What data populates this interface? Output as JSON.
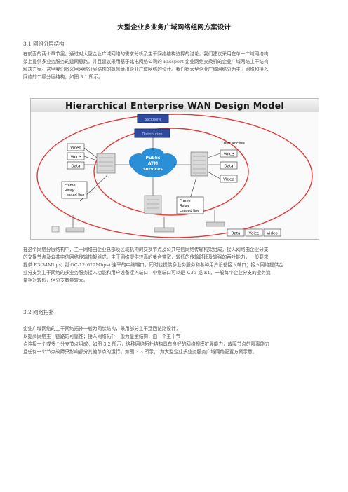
{
  "title": "大型企业多业务广域网络组网方案设计",
  "section1": {
    "heading": "3.1 网络分层结构",
    "paragraph": [
      "在前面的两个章节里，通过对大型企业广域网络的需求分析及主干网络结构选择的讨论，我们建议采用在单一广域网络构",
      "架上提供多业务服务的建网思路，并且建议采用基于北电网络公司的 Passport 企业网络交换机的企业广域网络主干结构",
      "解决方案。这里我们将采用网络分层结构的概念给出企业广域网络的设计。我们将大型企业广域网络分为主干网络和接入",
      "网络的二级分层结构，如图 3.1 所示。"
    ]
  },
  "figure": {
    "title": "Hierarchical Enterprise WAN  Design Model",
    "labels": {
      "top_box1": "Backbone",
      "top_box2": "Distribution",
      "video_left": "Video",
      "voice_left": "Voice",
      "data_left": "Data",
      "cloud": [
        "Public",
        "ATM",
        "services"
      ],
      "frame_relay_left": [
        "Frame",
        "Relay",
        "Leased line"
      ],
      "frame_relay_right": [
        "Frame",
        "Relay",
        "Leased line"
      ],
      "user_access": "User access",
      "voice_right": "Voice",
      "data_right": "Data",
      "video_right": "Video",
      "bottom_data": "Data",
      "bottom_voice": "Voice",
      "bottom_video": "Video"
    }
  },
  "paragraph2": [
    "在这个网络分层结构中，主干网络由企业总部及区域机构的交换节点及公共电信网络传输构架组成，接入网络由企业分支",
    "的交换节点及公共电信网络传输构架组成。主干网络提供较高的集合带宽，较低的传输时延及较强的吞吐能力，一般要求",
    "提供 E3(34Mbps) 到 OC-12(622Mbps) 速率的中继端口，同时也提供多业务服务和各种用户设备接入端口；接入网络提供企",
    "业分支到主干网络的多业务服务接入功能和用户设备接入端口，中继端口可以是 V.35 或 E1，一般每个企业分支的业务流",
    "量相对较低，但分支数量较大。"
  ],
  "section2": {
    "heading": "3.2 网络拓扑",
    "paragraph": [
      "企业广域网络的主干网络拓扑一般为网状结构，采用部分主干迂回链路设计，",
      "以提高网络主干链路的可靠性；接入网络拓扑一般为星型结构，由一个主干节",
      "点连接一个或多个分支节点组成。如图 3.2 所示，这种网络拓扑结构具有良好的网络规模扩展能力，故障节点的隔离能力",
      "且任何一个节点故障只影响部分其他节点的运行。如图 3.3 所示， 为大型企业多业务服务广域网络配置方案示意。"
    ]
  },
  "colors": {
    "outer_ellipse": "#e23a3a",
    "inner_ellipse": "#e23a3a",
    "cloud": "#2a8fd6",
    "box_fill": "#2e4a9e"
  }
}
